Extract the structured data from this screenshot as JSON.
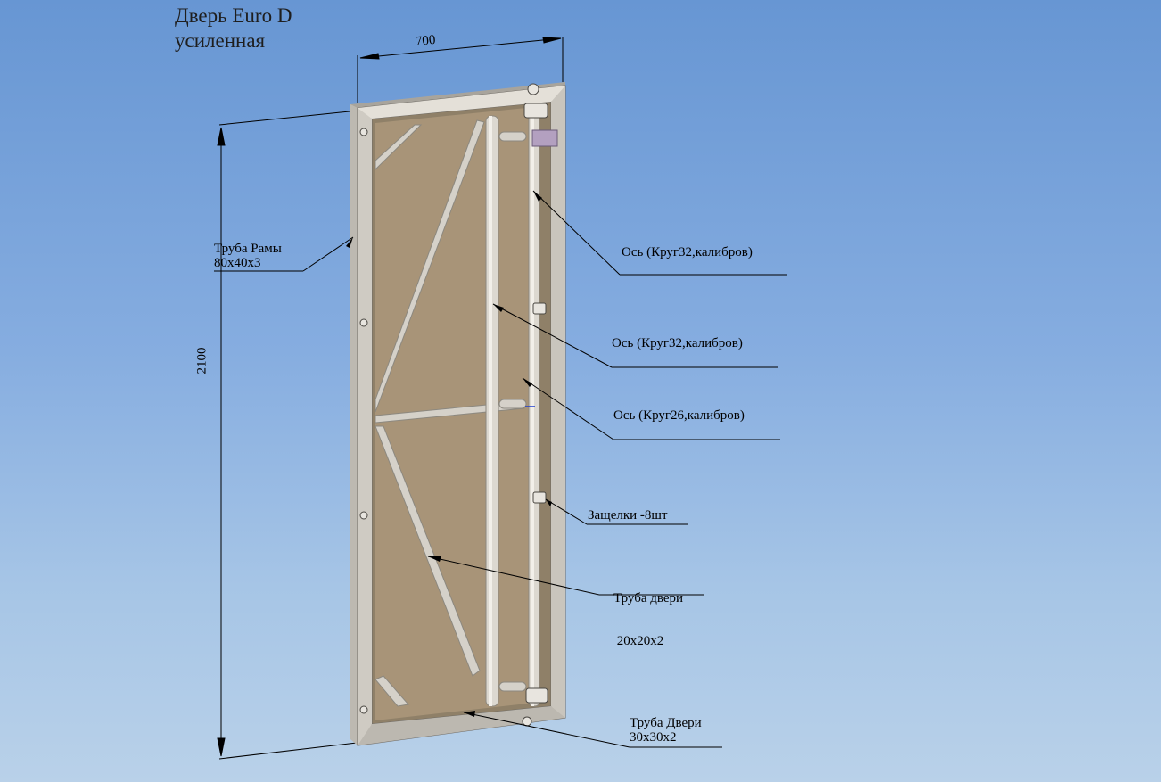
{
  "title": {
    "line1": "Дверь Euro D",
    "line2": "усиленная"
  },
  "dimensions": {
    "width": "700",
    "height": "2100"
  },
  "callouts": [
    {
      "id": "frame_tube",
      "lines": [
        "Труба Рамы",
        "80х40х3"
      ]
    },
    {
      "id": "axis_32_a",
      "lines": [
        "Ось (Круг32,калибров)"
      ]
    },
    {
      "id": "axis_32_b",
      "lines": [
        "Ось (Круг32,калибров)"
      ]
    },
    {
      "id": "axis_26",
      "lines": [
        "Ось (Круг26,калибров)"
      ]
    },
    {
      "id": "latches",
      "lines": [
        "Защелки -8шт"
      ]
    },
    {
      "id": "door_tube_small",
      "lines": [
        "Труба двери",
        " 20х20х2"
      ]
    },
    {
      "id": "door_tube_large",
      "lines": [
        "Труба Двери",
        "30х30х2"
      ]
    }
  ],
  "colors": {
    "frame": "#d9d5cd",
    "frame_shadow": "#a8a49c",
    "panel": "#a89478",
    "rod": "#d4d0c8",
    "label_plate": "#b3a0c0"
  }
}
